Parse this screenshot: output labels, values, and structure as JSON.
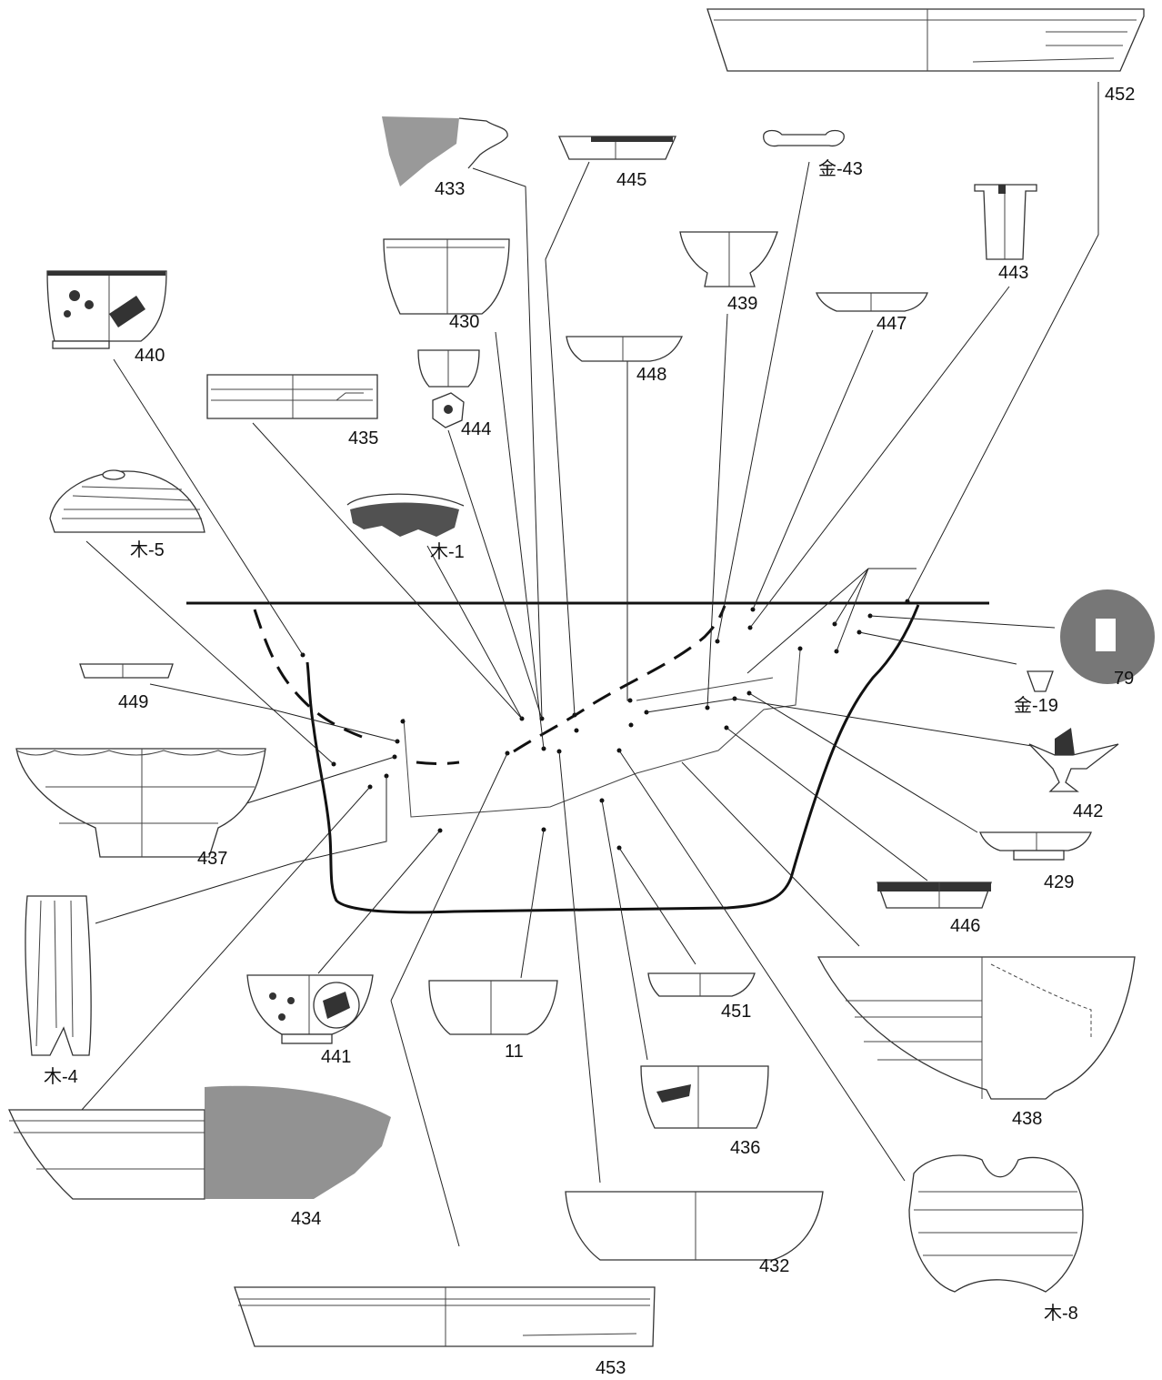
{
  "artifacts": [
    {
      "id": "452",
      "label": "452"
    },
    {
      "id": "433",
      "label": "433"
    },
    {
      "id": "445",
      "label": "445"
    },
    {
      "id": "kin43",
      "label": "金-43"
    },
    {
      "id": "443",
      "label": "443"
    },
    {
      "id": "430",
      "label": "430"
    },
    {
      "id": "439",
      "label": "439"
    },
    {
      "id": "447",
      "label": "447"
    },
    {
      "id": "440",
      "label": "440"
    },
    {
      "id": "448",
      "label": "448"
    },
    {
      "id": "444",
      "label": "444"
    },
    {
      "id": "435",
      "label": "435"
    },
    {
      "id": "moku5",
      "label": "木-5"
    },
    {
      "id": "moku1",
      "label": "木-1"
    },
    {
      "id": "79",
      "label": "79"
    },
    {
      "id": "kin19",
      "label": "金-19"
    },
    {
      "id": "449",
      "label": "449"
    },
    {
      "id": "442",
      "label": "442"
    },
    {
      "id": "437",
      "label": "437"
    },
    {
      "id": "429",
      "label": "429"
    },
    {
      "id": "446",
      "label": "446"
    },
    {
      "id": "moku4",
      "label": "木-4"
    },
    {
      "id": "441",
      "label": "441"
    },
    {
      "id": "11",
      "label": "11"
    },
    {
      "id": "451",
      "label": "451"
    },
    {
      "id": "438",
      "label": "438"
    },
    {
      "id": "436",
      "label": "436"
    },
    {
      "id": "434",
      "label": "434"
    },
    {
      "id": "432",
      "label": "432"
    },
    {
      "id": "moku8",
      "label": "木-8"
    },
    {
      "id": "453",
      "label": "453"
    }
  ]
}
